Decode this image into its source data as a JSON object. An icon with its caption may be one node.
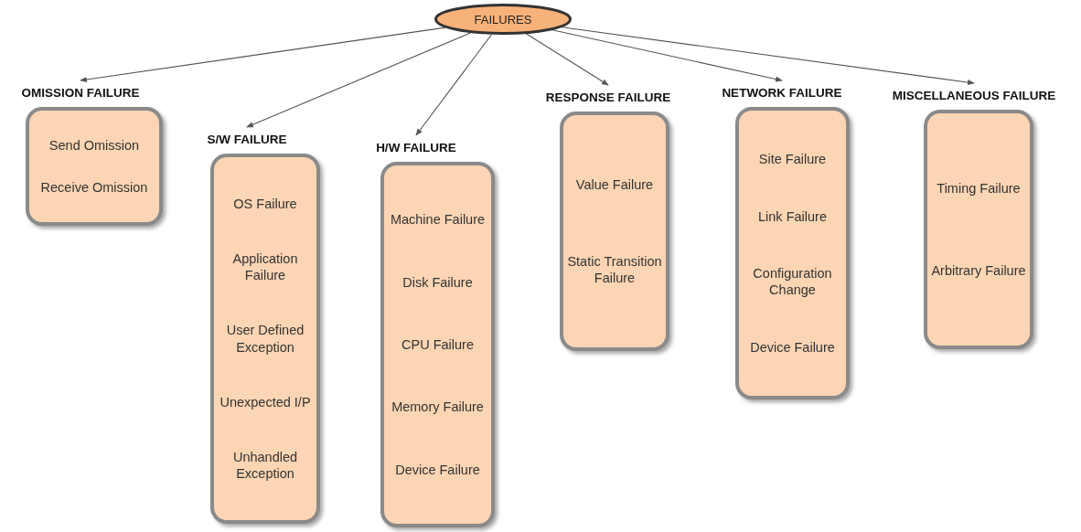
{
  "diagram": {
    "nodes": [
      {
        "text": [
          "FAILURES"
        ]
      },
      {
        "text": [
          "OMISSION FAILURE",
          "Send Omission",
          "Receive Omission"
        ]
      },
      {
        "text": [
          "S/W FAILURE",
          "OS Failure",
          "Application Failure",
          "User Defined Exception",
          "Unexpected I/P",
          "Unhandled Exception"
        ]
      },
      {
        "text": [
          "H/W FAILURE",
          "Machine Failure",
          "Disk Failure",
          "CPU Failure",
          "Memory Failure",
          "Device Failure"
        ]
      },
      {
        "text": [
          "RESPONSE FAILURE",
          "Value Failure",
          "Static Transition Failure"
        ]
      },
      {
        "text": [
          "NETWORK FAILURE",
          "Site Failure",
          "Link Failure",
          "Configuration Change",
          "Device Failure"
        ]
      },
      {
        "text": [
          "MISCELLANEOUS FAILURE",
          "Timing Failure",
          "Arbitrary Failure"
        ]
      }
    ],
    "edges": [
      {
        "from": 0,
        "to": 1,
        "arrow": "to"
      },
      {
        "from": 0,
        "to": 2,
        "arrow": "to"
      },
      {
        "from": 0,
        "to": 3,
        "arrow": "to"
      },
      {
        "from": 0,
        "to": 4,
        "arrow": "to"
      },
      {
        "from": 0,
        "to": 5,
        "arrow": "to"
      },
      {
        "from": 0,
        "to": 6,
        "arrow": "to"
      }
    ]
  }
}
